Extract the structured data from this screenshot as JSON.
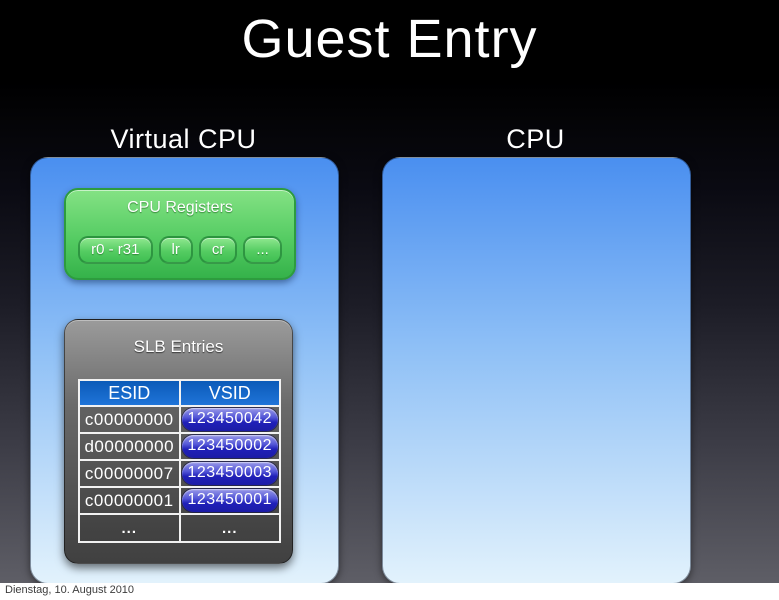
{
  "slide": {
    "title": "Guest Entry",
    "footer_date": "Dienstag, 10. August 2010"
  },
  "left_panel": {
    "label": "Virtual CPU",
    "registers": {
      "title": "CPU Registers",
      "items": [
        "r0 - r31",
        "lr",
        "cr",
        "..."
      ]
    },
    "slb": {
      "title": "SLB Entries",
      "columns": [
        "ESID",
        "VSID"
      ],
      "rows": [
        [
          "c00000000",
          "123450042"
        ],
        [
          "d00000000",
          "123450002"
        ],
        [
          "c00000007",
          "123450003"
        ],
        [
          "c00000001",
          "123450001"
        ],
        [
          "...",
          "..."
        ]
      ]
    }
  },
  "right_panel": {
    "label": "CPU"
  },
  "colors": {
    "bg_bottom": "#5e5e66",
    "panel_top": "#4a8ff0",
    "panel_bottom": "#e2f2fc",
    "green_top": "#84e284",
    "green_bottom": "#35b24a",
    "green_border": "#2d9c3e",
    "slb_top": "#9b9b9b",
    "slb_bottom": "#404040",
    "header_top": "#0b5ab8",
    "header_bottom": "#1f74d8",
    "pill_top": "#9a9ae8",
    "pill_bottom": "#2020b8",
    "footer_text": "#3c3c3c"
  }
}
